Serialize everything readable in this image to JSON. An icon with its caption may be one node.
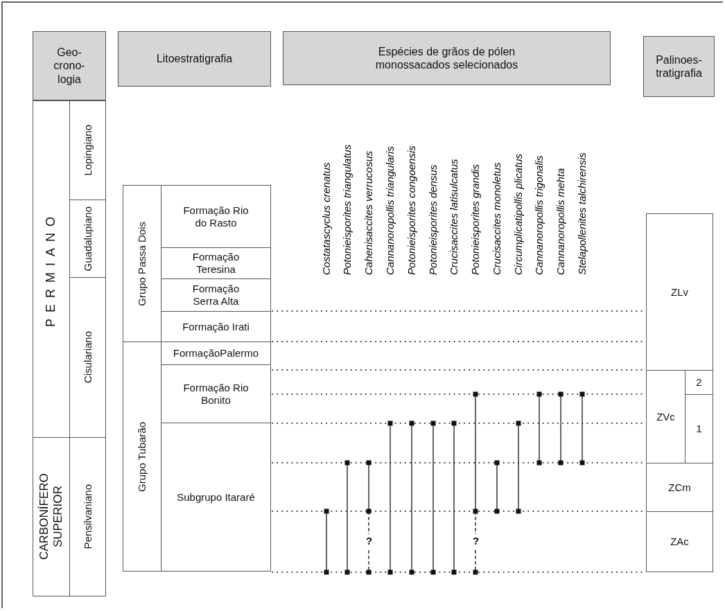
{
  "diagram": {
    "nodes": [
      {
        "text": [
          "Geo- crono- logia"
        ]
      },
      {
        "text": [
          "Litoestratigrafia"
        ]
      },
      {
        "text": [
          "Espécies de grãos de pólen monossacados selecionados"
        ]
      },
      {
        "text": [
          "Palinoes- tratigrafia"
        ]
      },
      {
        "text": [
          "PERMIANO"
        ]
      },
      {
        "text": [
          "Lopingiano"
        ]
      },
      {
        "text": [
          "Guadalupiano"
        ]
      },
      {
        "text": [
          "Cisulariano"
        ]
      },
      {
        "text": [
          "CARBONÍFERO SUPERIOR"
        ]
      },
      {
        "text": [
          "Pensilvaniano"
        ]
      },
      {
        "text": [
          "Grupo Passa Dois"
        ]
      },
      {
        "text": [
          "Formação Rio do Rasto"
        ]
      },
      {
        "text": [
          "Formação Teresina"
        ]
      },
      {
        "text": [
          "Formação Serra Alta"
        ]
      },
      {
        "text": [
          "Formação Irati"
        ]
      },
      {
        "text": [
          "Grupo Tubarão"
        ]
      },
      {
        "text": [
          "FormaçãoPalermo"
        ]
      },
      {
        "text": [
          "Formação Rio Bonito"
        ]
      },
      {
        "text": [
          "Subgrupo Itararé"
        ]
      },
      {
        "text": [
          "ZLv"
        ]
      },
      {
        "text": [
          "ZVc"
        ]
      },
      {
        "text": [
          "2"
        ]
      },
      {
        "text": [
          "1"
        ]
      },
      {
        "text": [
          "ZCm"
        ]
      },
      {
        "text": [
          "ZAc"
        ]
      }
    ],
    "labels": [
      "Costatascyclus crenatus",
      "Potonieisporites triangulatus",
      "Cahenisaccites verrucosus",
      "Cannanoropollis triangularis",
      "Potonieisporites congoensis",
      "Potonieisporites densus",
      "Crucisaccites latisulcatus",
      "Potonieisporites grandis",
      "Crucisaccites monoletus",
      "Circumplicatipollis plicatus",
      "Cannanoropollis trigonalis",
      "Cannanoropollis mehta",
      "Stelapollenites talchirensis",
      "?",
      "?"
    ]
  }
}
